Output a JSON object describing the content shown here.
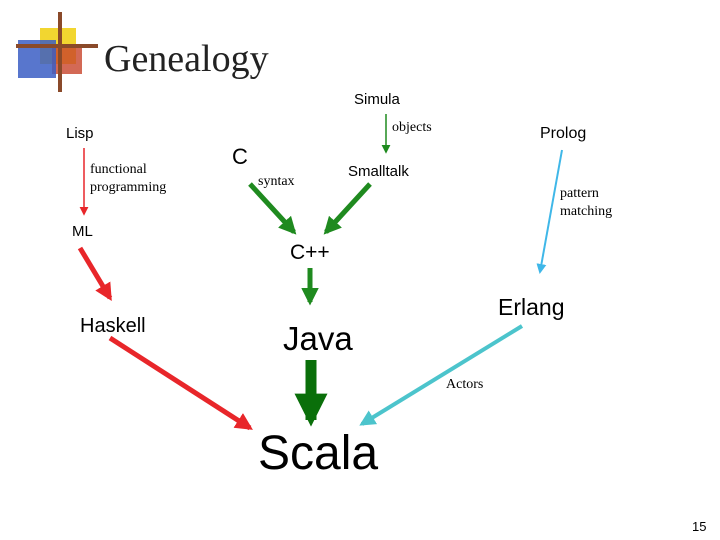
{
  "slide": {
    "title": "Genealogy",
    "page_number": "15"
  },
  "nodes": {
    "simula": "Simula",
    "lisp": "Lisp",
    "prolog": "Prolog",
    "c": "C",
    "smalltalk": "Smalltalk",
    "ml": "ML",
    "cpp": "C++",
    "haskell": "Haskell",
    "erlang": "Erlang",
    "java": "Java",
    "scala": "Scala"
  },
  "edge_labels": {
    "objects": "objects",
    "functional_programming": [
      "functional",
      "programming"
    ],
    "syntax": "syntax",
    "pattern_matching": [
      "pattern",
      "matching"
    ],
    "actors": "Actors"
  },
  "colors": {
    "functional": "#e8262a",
    "object_oriented": "#1f8a1f",
    "java_to_scala": "#0a6f0a",
    "logic": "#3fb7e8",
    "actors": "#4cc4cc",
    "logo_blue": "#3b5ec4",
    "logo_yellow": "#f2d630",
    "logo_red": "#c8442a",
    "logo_bar": "#8a4a2a"
  }
}
